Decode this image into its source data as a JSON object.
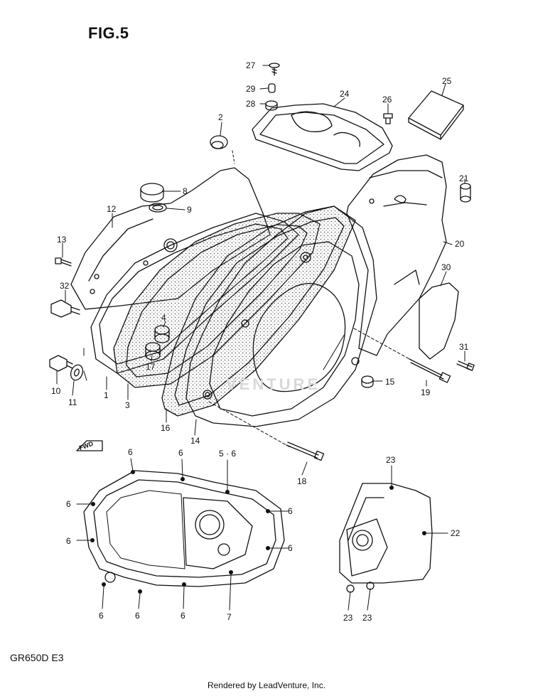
{
  "figure": {
    "title": "FIG.5",
    "model": "GR650D E3",
    "credit": "Rendered by LeadVenture, Inc.",
    "watermark": "VENTURE",
    "fwd_label": "FWD"
  },
  "callouts": [
    {
      "id": "27",
      "label": "27"
    },
    {
      "id": "29",
      "label": "29"
    },
    {
      "id": "28",
      "label": "28"
    },
    {
      "id": "24",
      "label": "24"
    },
    {
      "id": "26",
      "label": "26"
    },
    {
      "id": "25",
      "label": "25"
    },
    {
      "id": "2",
      "label": "2"
    },
    {
      "id": "8",
      "label": "8"
    },
    {
      "id": "9",
      "label": "9"
    },
    {
      "id": "12",
      "label": "12"
    },
    {
      "id": "21",
      "label": "21"
    },
    {
      "id": "13",
      "label": "13"
    },
    {
      "id": "20",
      "label": "20"
    },
    {
      "id": "30",
      "label": "30"
    },
    {
      "id": "32",
      "label": "32"
    },
    {
      "id": "4",
      "label": "4"
    },
    {
      "id": "31",
      "label": "31"
    },
    {
      "id": "17",
      "label": "17"
    },
    {
      "id": "10",
      "label": "10"
    },
    {
      "id": "11",
      "label": "11"
    },
    {
      "id": "1",
      "label": "1"
    },
    {
      "id": "3",
      "label": "3"
    },
    {
      "id": "15",
      "label": "15"
    },
    {
      "id": "19",
      "label": "19"
    },
    {
      "id": "16",
      "label": "16"
    },
    {
      "id": "14",
      "label": "14"
    },
    {
      "id": "18",
      "label": "18"
    },
    {
      "id": "6a",
      "label": "6"
    },
    {
      "id": "6b",
      "label": "6"
    },
    {
      "id": "56",
      "label": "5 · 6"
    },
    {
      "id": "23a",
      "label": "23"
    },
    {
      "id": "6c",
      "label": "6"
    },
    {
      "id": "6d",
      "label": "6"
    },
    {
      "id": "6e",
      "label": "6"
    },
    {
      "id": "22",
      "label": "22"
    },
    {
      "id": "6f",
      "label": "6"
    },
    {
      "id": "6g",
      "label": "6"
    },
    {
      "id": "6h",
      "label": "6"
    },
    {
      "id": "6i",
      "label": "6"
    },
    {
      "id": "7",
      "label": "7"
    },
    {
      "id": "23b",
      "label": "23"
    },
    {
      "id": "23c",
      "label": "23"
    }
  ]
}
